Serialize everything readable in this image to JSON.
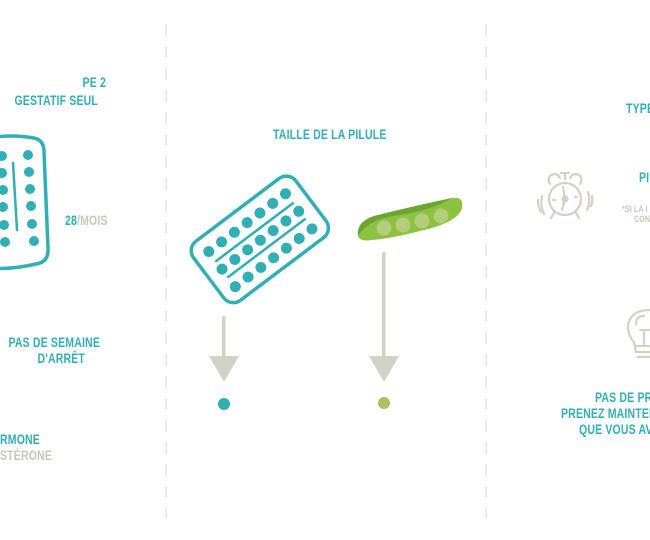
{
  "colors": {
    "teal": "#32aeb5",
    "grey_text": "#c9c5b8",
    "arrow": "#d4d1c7",
    "pea_dark": "#6aa631",
    "pea_light": "#8cc141",
    "pea_seed": "#b3cd7a",
    "small_pill_green": "#a9c060",
    "divider": "#ebebeb"
  },
  "left_column": {
    "type_line1": "PE 2",
    "type_line2": "GESTATIF SEUL",
    "count_number": "28",
    "count_unit": "/MOIS",
    "no_break_line1": "PAS DE SEMAINE",
    "no_break_line2": "D'ARRÊT",
    "hormone_line1": "RMONE",
    "hormone_line2": "STÉRONE",
    "icon": "pill-blister-icon"
  },
  "middle_column": {
    "title": "TAILLE DE LA PILULE",
    "blister_icon": "pill-blister-icon",
    "pea_icon": "pea-pod-icon",
    "arrow_icon": "down-arrow-icon",
    "small_pill_icon": "pill-dot-icon",
    "pea_dot_icon": "pea-dot-icon"
  },
  "right_column": {
    "type_label": "TYPE",
    "pi_label": "PI",
    "footnote_line1": "*SI LA I",
    "footnote_line2": "CON",
    "alarm_icon": "alarm-clock-icon",
    "bulb_icon": "lightbulb-icon",
    "advice_line1": "PAS DE PR",
    "advice_line2": "PRENEZ MAINTEN",
    "advice_line3": "QUE VOUS AV"
  }
}
